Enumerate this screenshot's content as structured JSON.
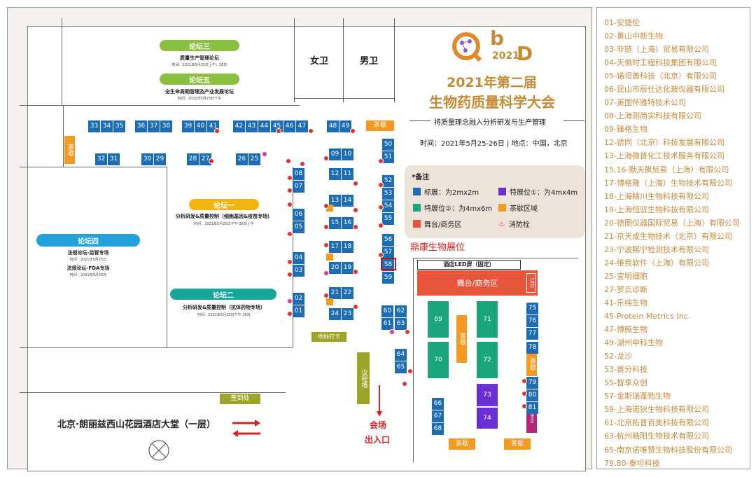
{
  "forums": {
    "f3": {
      "label": "论坛三",
      "title": "质量生产管理论坛",
      "time": "时间：2021年5月25日上午，26日"
    },
    "f5": {
      "label": "论坛五",
      "title": "全生命周期管理及产业发展论坛",
      "time": "时间：2021年5月25日下午"
    },
    "f1": {
      "label": "论坛一",
      "title": "分析研发&质量控制（细胞基因&疫苗专场）",
      "time": "时间：2021年5月25日下午-26日上午"
    },
    "f2": {
      "label": "论坛二",
      "title": "分析研发&质量控制（抗体药物专场）",
      "time": "时间：2021年5月25日下午-26日"
    },
    "f4": {
      "label": "论坛四",
      "title1": "法规论坛-监管专场",
      "time1": "时间：2021年5月25日",
      "title2": "法规论坛-FDA专场",
      "time2": "时间：2021年5月26日"
    }
  },
  "restrooms": {
    "women": "女卫",
    "men": "男卫"
  },
  "logo": {
    "q": "Q",
    "b": "b",
    "d": "D",
    "year": "2021"
  },
  "conference": {
    "title1": "2021年第二届",
    "title2": "生物药质量科学大会",
    "subtitle": "将质量理念融入分析研发与生产管理",
    "info": "时间：2021年5月25-26日 | 地点：中国，北京"
  },
  "legend": {
    "title": "*备注",
    "standard": "标展：为2mx2m",
    "special1": "特展位①：为4mx4m",
    "special2": "特展位②：为4mx6m",
    "tea": "茶歇区域",
    "stage": "舞台/商务区",
    "hydrant": "消防栓",
    "colors": {
      "standard": "#1c6db5",
      "special1": "#6b2fd6",
      "special2": "#1aa57a",
      "tea": "#f29a22",
      "stage": "#e8553a",
      "hydrant": "#e02020"
    }
  },
  "labels": {
    "tea": "茶歇",
    "stage": "舞台/商务区",
    "led_screen": "酒店LED屏（固定）",
    "led": "LED",
    "photo": "地标打卡",
    "signin": "签到处",
    "stage_wall": "议程墙",
    "hotel": "北京·朗丽兹西山花园酒店大堂（一层）",
    "entrance1": "会场",
    "entrance2": "出入口",
    "dingkang": "鼎康生物展位",
    "tea_stand": "茶歇"
  },
  "exhibitors": [
    "01-安捷伦",
    "02-黄山中新生物",
    "03-非链（上海）贸易有限公司",
    "04-天俱时工程科技集团有限公司",
    "05-诺坦普科技（北京）有限公司",
    "06-昆山市辰仕达化玻仪器有限公司",
    "07-美国怀雅特技术公司",
    "08-上海测简实科技有限公司",
    "09-臻格生物",
    "12-德同（北京）科技发展有限公司",
    "13-上海微普化工技术服务有限公司",
    "15,16-默天飙贸易（上海）有限公司",
    "17-博格隆（上海）生物技术有限公司",
    "18-上海精川生物科技有限公司",
    "19-上海恒驭生物科技有限公司",
    "20-德图仪器国际贸易（上海）有限公司",
    "21-京天成生物技术（北京）有限公司",
    "23-宁波熙宁检测技术有限公司",
    "24-维我软件（上海）有限公司",
    "25-宜明细胞",
    "27-罗氏诊断",
    "41-乐纯生物",
    "45-Protein Metrics Inc.",
    "47-博腾生物",
    "49-湖州申科生物",
    "52-龙沙",
    "53-赛分科技",
    "55-智享众创",
    "57-金斯瑞蓬勃生物",
    "59-上海诺狄生物科技有限公司",
    "61-北京拓普百奥科技有限公司",
    "63-杭州皓阳生物技术有限公司",
    "65-南京诺唯赞生物科技股份有限公司",
    "79,80-泰坦科技"
  ]
}
